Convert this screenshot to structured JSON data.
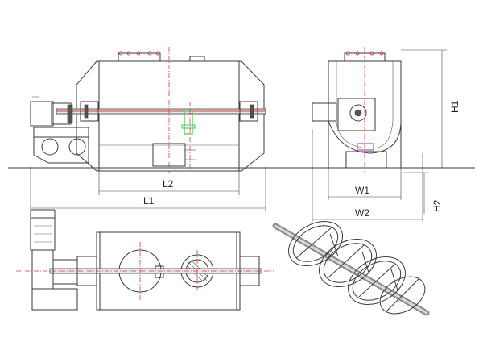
{
  "labels": {
    "l2": "L2",
    "l1": "L1",
    "h1": "H1",
    "h2": "H2",
    "w1": "W1",
    "w2": "W2"
  },
  "colors": {
    "outline": "#3a3a3a",
    "centerline": "#d83a3a",
    "valve": "#4cbf4c",
    "discharge": "#b04cd0"
  }
}
